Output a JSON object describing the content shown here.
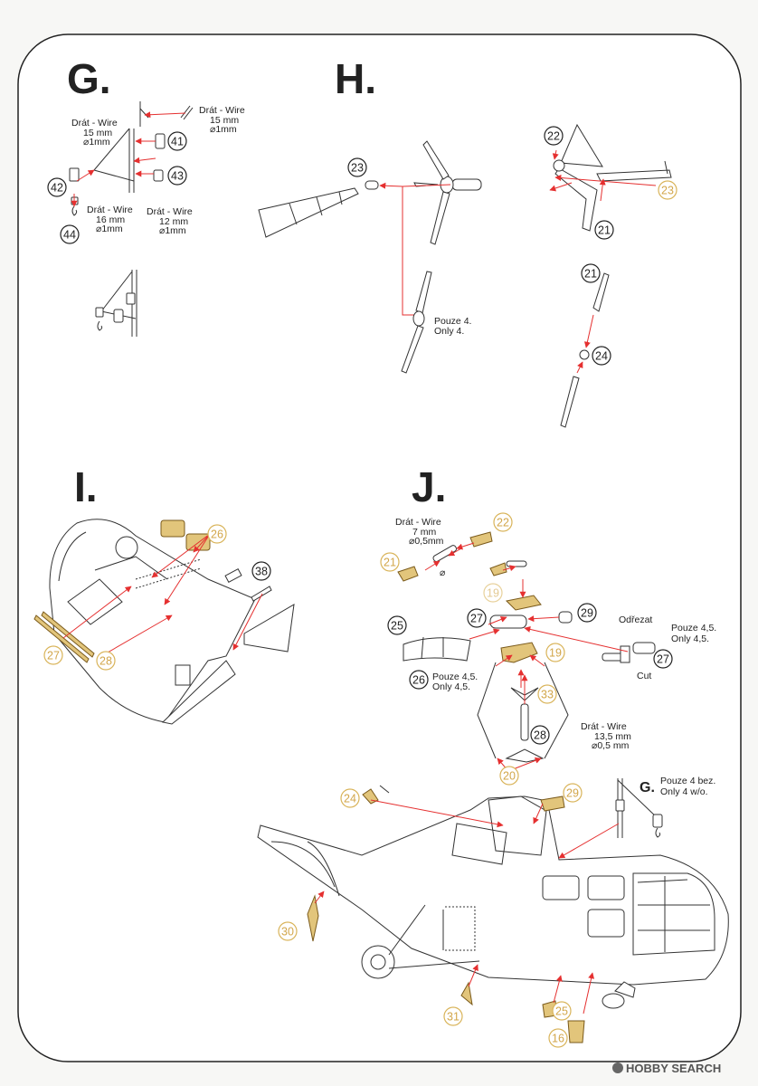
{
  "sections": {
    "G": "G.",
    "H": "H.",
    "I": "I.",
    "J": "J."
  },
  "g": {
    "wire_top": [
      "Drát - Wire",
      "15 mm",
      "⌀1mm"
    ],
    "wire_left": [
      "Drát - Wire",
      "15 mm",
      "⌀1mm"
    ],
    "wire_bottom_left": [
      "Drát - Wire",
      "16 mm",
      "⌀1mm"
    ],
    "wire_bottom_right": [
      "Drát - Wire",
      "12 mm",
      "⌀1mm"
    ],
    "parts": [
      "41",
      "43",
      "42",
      "44"
    ]
  },
  "h": {
    "parts": [
      "23",
      "22",
      "21",
      "21",
      "24"
    ],
    "pe_parts": [
      "23"
    ],
    "note": [
      "Pouze 4.",
      "Only 4."
    ]
  },
  "i": {
    "parts": [
      "38"
    ],
    "pe_parts": [
      "26",
      "27",
      "28"
    ]
  },
  "j": {
    "wire_top": [
      "Drát - Wire",
      "7 mm",
      "⌀0,5mm"
    ],
    "wire_mid": [
      "Drát - Wire",
      "13,5 mm",
      "⌀0,5 mm"
    ],
    "note_45": [
      "Pouze 4,5.",
      "Only 4,5."
    ],
    "note_26": [
      "Pouze 4,5.",
      "Only 4,5."
    ],
    "odrezat": "Odřezat",
    "cut": "Cut",
    "g_note": [
      "Pouze 4 bez.",
      "Only 4 w/o."
    ],
    "g_label": "G.",
    "small_dia": "⌀",
    "parts": [
      "25",
      "27",
      "29",
      "27",
      "26",
      "28"
    ],
    "pe_parts": [
      "22",
      "21",
      "19",
      "19",
      "33",
      "20",
      "24",
      "29",
      "30",
      "31",
      "25",
      "16"
    ]
  },
  "watermark": {
    "brand": "HOBBY SEARCH"
  },
  "colors": {
    "arrow": "#e53030",
    "photo_etch": "#d9b45a",
    "frame": "#222222"
  }
}
